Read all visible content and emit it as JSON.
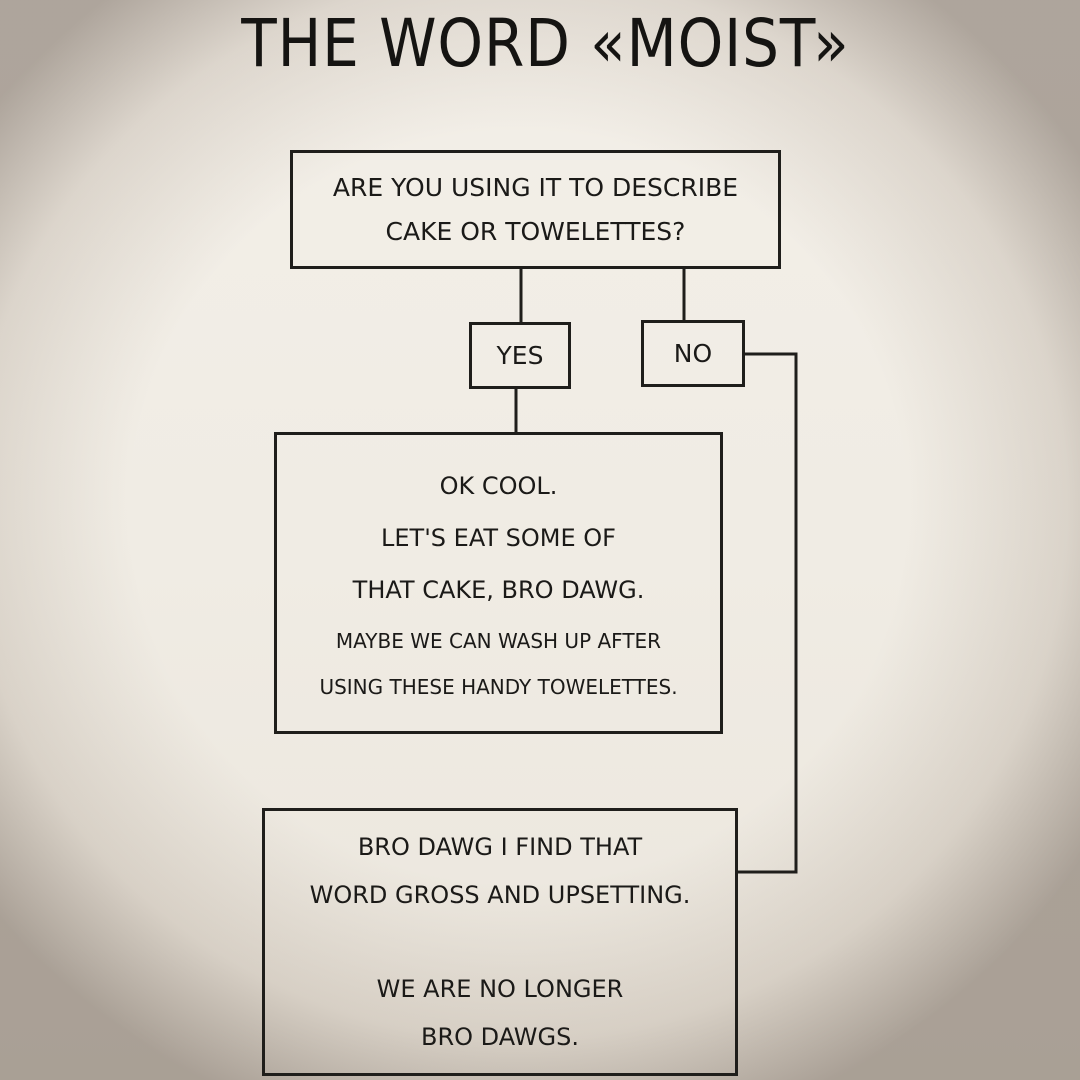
{
  "title": "THE WORD «MOIST»",
  "question": {
    "line1": "ARE YOU USING IT TO DESCRIBE",
    "line2": "CAKE OR TOWELETTES?"
  },
  "yes_label": "YES",
  "no_label": "NO",
  "yes_answer": {
    "line1": "OK COOL.",
    "line2": "LET'S EAT SOME OF",
    "line3": "THAT CAKE, BRO DAWG.",
    "line4": "MAYBE WE CAN WASH UP AFTER",
    "line5": "USING THESE HANDY TOWELETTES."
  },
  "no_answer": {
    "line1": "BRO DAWG I FIND THAT",
    "line2": "WORD GROSS AND UPSETTING.",
    "line3": "WE ARE NO LONGER",
    "line4": "BRO DAWGS."
  },
  "colors": {
    "paper": "#f0ece4",
    "ink": "#1f1e1b"
  }
}
